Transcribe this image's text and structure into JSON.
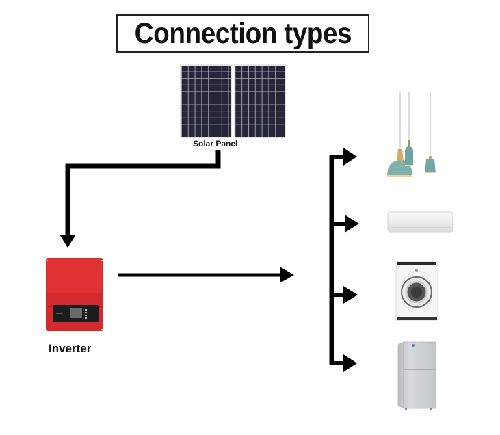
{
  "title": "Connection types",
  "components": {
    "source": {
      "label": "Solar Panel",
      "icon": "solar-panel-icon"
    },
    "converter": {
      "label": "Inverter",
      "icon": "inverter-icon",
      "color": "#d8262a"
    },
    "loads": [
      {
        "name": "pendant-lamps",
        "icon": "pendant-lamp-icon",
        "color": "#7fb4b2"
      },
      {
        "name": "air-conditioner",
        "icon": "air-conditioner-icon",
        "color": "#f2f2f2"
      },
      {
        "name": "washing-machine",
        "icon": "washing-machine-icon",
        "color": "#f4f4f4"
      },
      {
        "name": "refrigerator",
        "icon": "refrigerator-icon",
        "color": "#c9ccd0"
      }
    ]
  },
  "connections": [
    {
      "from": "Solar Panel",
      "to": "Inverter"
    },
    {
      "from": "Inverter",
      "to": "loads-bus"
    },
    {
      "from": "loads-bus",
      "to": "pendant-lamps"
    },
    {
      "from": "loads-bus",
      "to": "air-conditioner"
    },
    {
      "from": "loads-bus",
      "to": "washing-machine"
    },
    {
      "from": "loads-bus",
      "to": "refrigerator"
    }
  ],
  "colors": {
    "arrow": "#000000",
    "panel_cell": "#2a2a3e",
    "panel_grid": "#c8c8d0"
  }
}
